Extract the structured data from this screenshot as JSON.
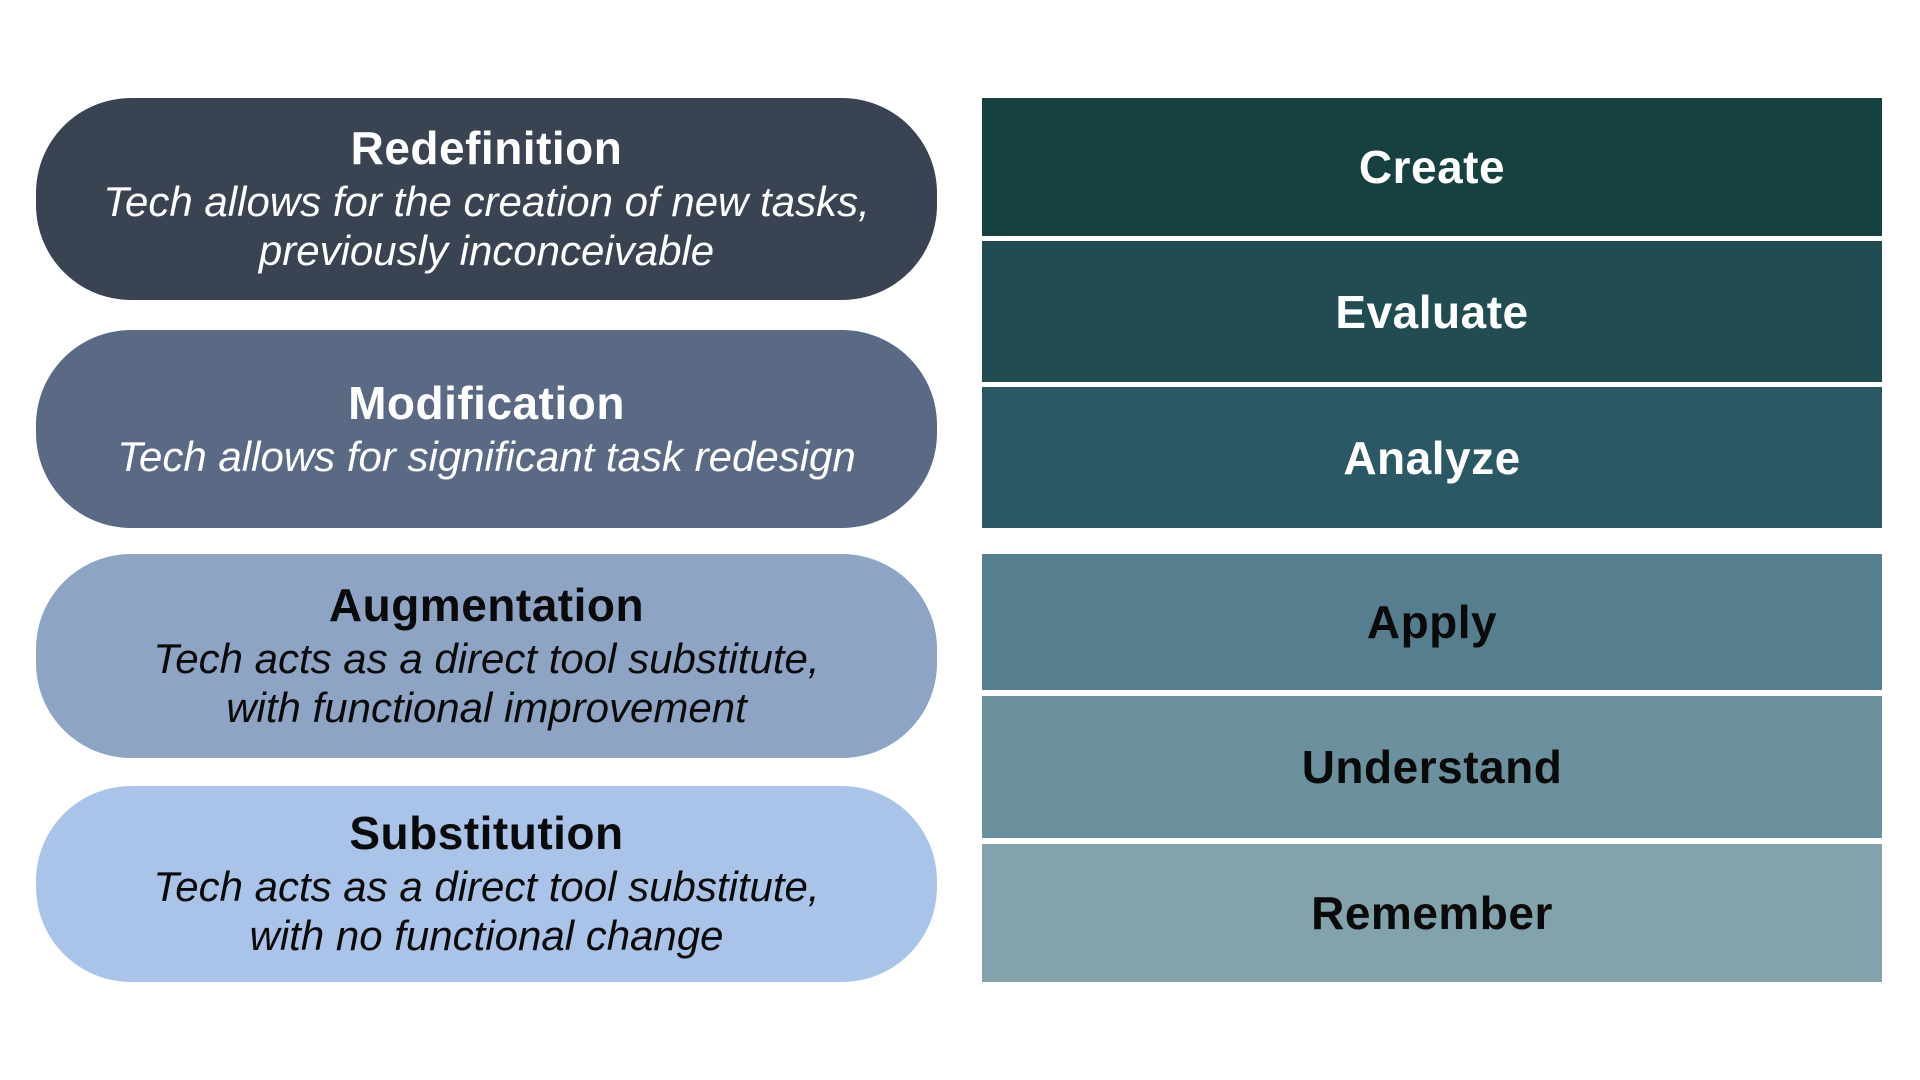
{
  "pills": [
    {
      "title": "Redefinition",
      "description": "Tech allows for the creation of new tasks,\npreviously inconceivable",
      "color": "#3A4352",
      "text_tone": "light"
    },
    {
      "title": "Modification",
      "description": "Tech allows for significant task redesign",
      "color": "#5A6A84",
      "text_tone": "light"
    },
    {
      "title": "Augmentation",
      "description": "Tech acts as a direct tool substitute,\nwith functional improvement",
      "color": "#8DA4C4",
      "text_tone": "dark"
    },
    {
      "title": "Substitution",
      "description": "Tech acts as a direct tool substitute,\nwith no functional change",
      "color": "#AAC4E9",
      "text_tone": "dark"
    }
  ],
  "bars": [
    {
      "label": "Create",
      "color": "#174040",
      "text_tone": "light"
    },
    {
      "label": "Evaluate",
      "color": "#204C52",
      "text_tone": "light"
    },
    {
      "label": "Analyze",
      "color": "#2A5864",
      "text_tone": "light"
    },
    {
      "label": "Apply",
      "color": "#557E8E",
      "text_tone": "dark"
    },
    {
      "label": "Understand",
      "color": "#6A919D",
      "text_tone": "dark"
    },
    {
      "label": "Remember",
      "color": "#82A2AC",
      "text_tone": "dark"
    }
  ],
  "text_colors": {
    "light": "#FFFFFF",
    "dark": "#0A0A0A"
  }
}
